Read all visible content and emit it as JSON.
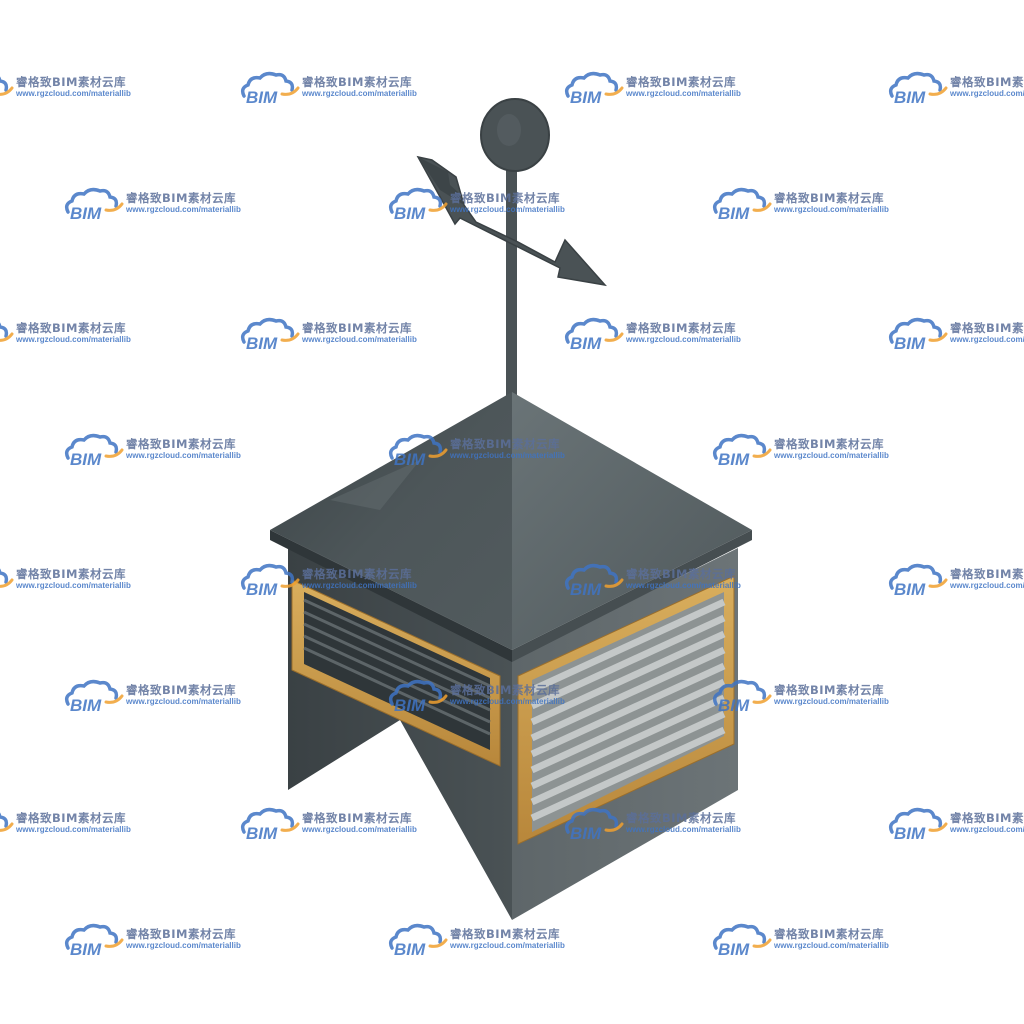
{
  "watermark": {
    "brand": "BIM",
    "name_cn": "睿格致BIM素材云库",
    "url": "www.rgzcloud.com/materiallib"
  },
  "colors": {
    "roof": "#4b5356",
    "roof_light": "#5f696c",
    "wall_left": "#3d4447",
    "wall_right": "#596164",
    "frame_wood": "#c79a4a",
    "louver": "#a9aeae",
    "watermark_blue": "#3f74c4",
    "watermark_orange": "#f0a030"
  },
  "icons": [
    "cloud-logo-icon",
    "weather-vane-arrow-icon"
  ]
}
